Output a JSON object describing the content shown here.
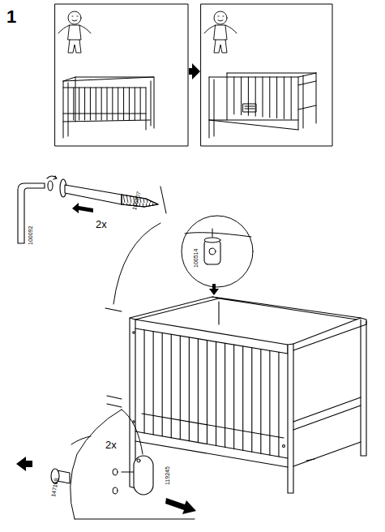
{
  "diagram": {
    "labels": [
      "1",
      "100092",
      "2x",
      "105907",
      "100514",
      "2x",
      "147168",
      "119245"
    ]
  }
}
